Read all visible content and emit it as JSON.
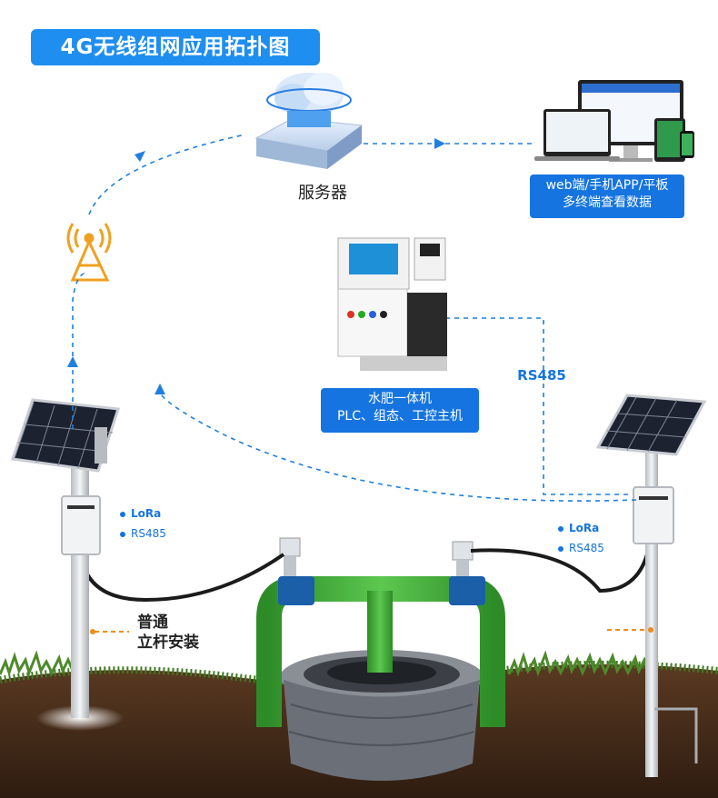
{
  "title": "4G无线组网应用拓扑图",
  "server": {
    "label": "服务器"
  },
  "terminals": {
    "line1": "web端/手机APP/平板",
    "line2": "多终端查看数据"
  },
  "integrated_machine": {
    "line1": "水肥一体机",
    "line2": "PLC、组态、工控主机"
  },
  "rs485_link": "RS485",
  "left_station": {
    "lora": "LoRa",
    "rs485": "RS485",
    "mount_line1": "普通",
    "mount_line2": "立杆安装"
  },
  "right_station": {
    "lora": "LoRa",
    "rs485": "RS485"
  },
  "colors": {
    "accent_blue": "#1574e0",
    "badge_blue": "#1f8ef1",
    "tower_orange": "#f0a020",
    "pipe_green": "#3aa832",
    "soil": "#4a3020"
  },
  "icons": [
    "cloud-server-icon",
    "devices-icon",
    "cell-tower-icon",
    "solar-panel-icon",
    "control-cabinet-icon",
    "flowmeter-icon",
    "well-icon"
  ]
}
